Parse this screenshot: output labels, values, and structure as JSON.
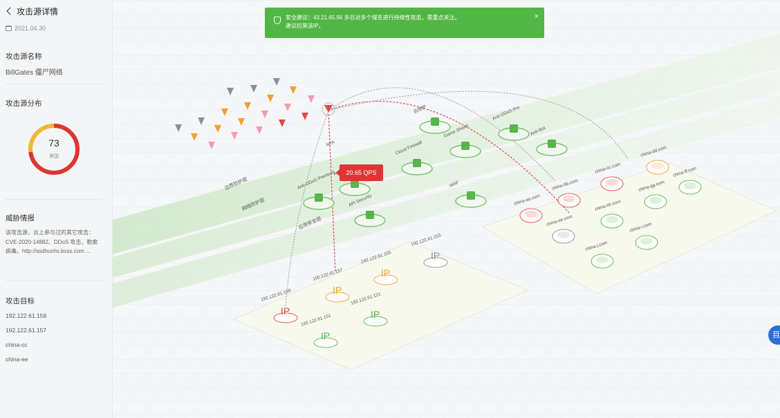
{
  "sidebar": {
    "back_label": "攻击源详情",
    "date": "2021.04.30",
    "source_name_title": "攻击源名称",
    "source_name_value": "BillGates 僵尸网络",
    "distribution_title": "攻击源分布",
    "distribution_value": 73,
    "distribution_label": "美国",
    "threat_title": "威胁情报",
    "threat_text": "该攻击源，云上参与过的其它攻击：CVE-2020-14882、DDoS 攻击、勒索病毒。http://ssdhuxhs.bxss.com ...",
    "targets_title": "攻击目标",
    "targets": [
      "192.122.61.159",
      "192.122.61.157",
      "china-cc",
      "china-ee"
    ]
  },
  "toast": {
    "line1": "安全建议：43.21.65.56 多日对多个域名进行持续性攻击，需重点关注。",
    "line2": "建议拉黑该IP。",
    "close_glyph": "×"
  },
  "qps_label": "20.65 QPS",
  "float_button_glyph": "目",
  "scene": {
    "lane_labels": [
      "边界防护层",
      "网络防护层",
      "应用安全层"
    ],
    "nta_label": "NTA",
    "products": [
      {
        "name": "Anti-DDoS Premium"
      },
      {
        "name": "Anti-DDoS"
      },
      {
        "name": "Cloud Firewall"
      },
      {
        "name": "云防护"
      },
      {
        "name": "Game Shield"
      },
      {
        "name": "Anti-DDoS Pro"
      },
      {
        "name": "Anti-Bot"
      },
      {
        "name": "WAF"
      },
      {
        "name": "API Security"
      }
    ],
    "ip_nodes": [
      {
        "address": "192.122.61.159",
        "status": "red"
      },
      {
        "address": "192.122.61.157",
        "status": "orange"
      },
      {
        "address": "192.122.61.155",
        "status": "orange"
      },
      {
        "address": "192.122.61.153",
        "status": "gray"
      },
      {
        "address": "192.122.61.151",
        "status": "green"
      },
      {
        "address": "192.122.61.121",
        "status": "green"
      }
    ],
    "domains": [
      {
        "name": "china-aa.com",
        "status": "red"
      },
      {
        "name": "china-bb.com",
        "status": "red"
      },
      {
        "name": "china-cc.com",
        "status": "red"
      },
      {
        "name": "china-dd.com",
        "status": "orange"
      },
      {
        "name": "china-ee.com",
        "status": "gray"
      },
      {
        "name": "china-ff.com",
        "status": "green"
      },
      {
        "name": "china-gg.com",
        "status": "green"
      },
      {
        "name": "china-hh.com",
        "status": "green"
      },
      {
        "name": "china-i.com",
        "status": "green"
      },
      {
        "name": "china-j.com",
        "status": "green"
      }
    ],
    "colors": {
      "red": "#e04a4a",
      "orange": "#f0a030",
      "green": "#52b84a",
      "gray": "#8c9096",
      "accent": "#51b643"
    }
  }
}
